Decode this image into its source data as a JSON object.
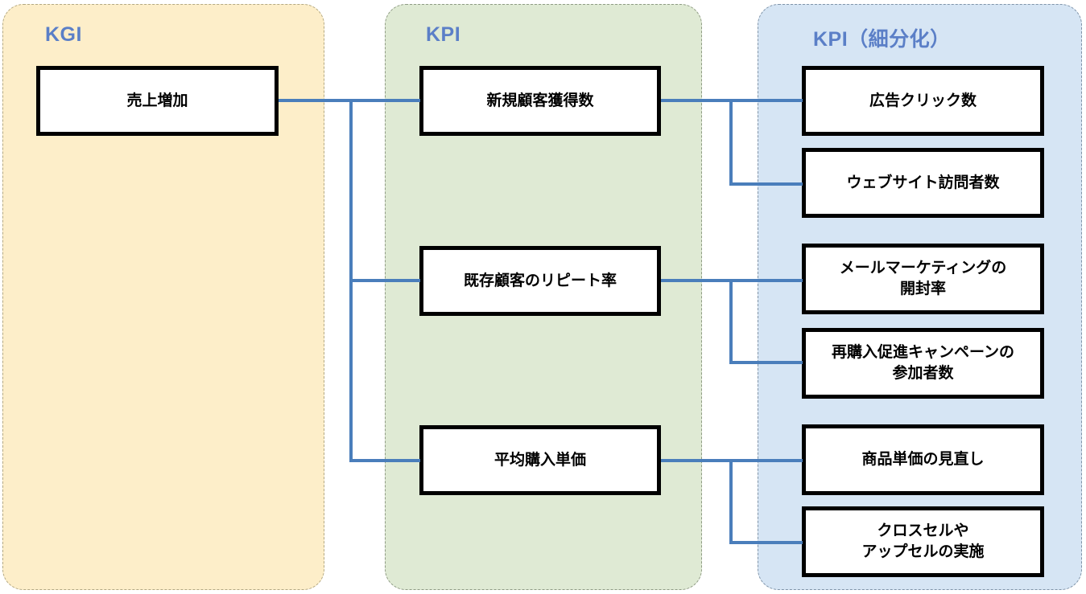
{
  "diagram": {
    "type": "kgi-kpi-tree",
    "columns": [
      {
        "id": "kgi",
        "title": "KGI",
        "panel_color": "#fdeec9",
        "nodes": [
          {
            "id": "kgi-1",
            "label": "売上増加"
          }
        ]
      },
      {
        "id": "kpi",
        "title": "KPI",
        "panel_color": "#dfead4",
        "nodes": [
          {
            "id": "kpi-1",
            "label": "新規顧客獲得数"
          },
          {
            "id": "kpi-2",
            "label": "既存顧客のリピート率"
          },
          {
            "id": "kpi-3",
            "label": "平均購入単価"
          }
        ]
      },
      {
        "id": "kpi-sub",
        "title": "KPI（細分化）",
        "panel_color": "#d6e5f4",
        "nodes": [
          {
            "id": "sub-1",
            "label": "広告クリック数"
          },
          {
            "id": "sub-2",
            "label": "ウェブサイト訪問者数"
          },
          {
            "id": "sub-3",
            "label": "メールマーケティングの\n開封率"
          },
          {
            "id": "sub-4",
            "label": "再購入促進キャンペーンの\n参加者数"
          },
          {
            "id": "sub-5",
            "label": "商品単価の見直し"
          },
          {
            "id": "sub-6",
            "label": "クロスセルや\nアップセルの実施"
          }
        ]
      }
    ],
    "edges": [
      {
        "from": "kgi-1",
        "to": "kpi-1"
      },
      {
        "from": "kgi-1",
        "to": "kpi-2"
      },
      {
        "from": "kgi-1",
        "to": "kpi-3"
      },
      {
        "from": "kpi-1",
        "to": "sub-1"
      },
      {
        "from": "kpi-1",
        "to": "sub-2"
      },
      {
        "from": "kpi-2",
        "to": "sub-3"
      },
      {
        "from": "kpi-2",
        "to": "sub-4"
      },
      {
        "from": "kpi-3",
        "to": "sub-5"
      },
      {
        "from": "kpi-3",
        "to": "sub-6"
      }
    ],
    "colors": {
      "connector": "#4a7ebb",
      "title_text": "#5b7fc7",
      "node_border": "#000000",
      "node_fill": "#ffffff",
      "panel_kgi": "#fdeec9",
      "panel_kpi": "#dfead4",
      "panel_kpi_sub": "#d6e5f4"
    }
  }
}
